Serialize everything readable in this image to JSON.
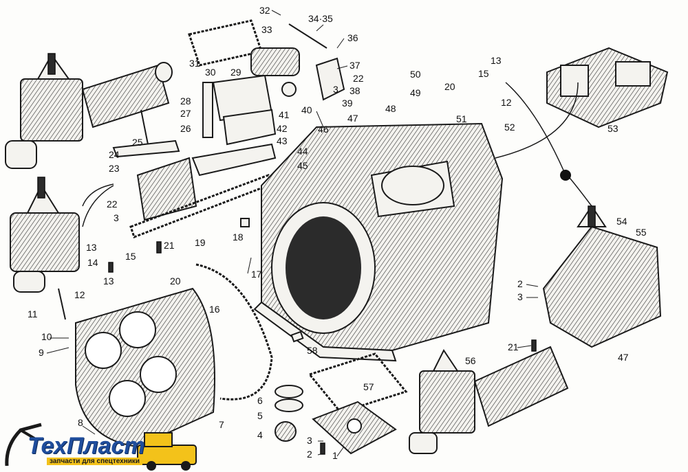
{
  "diagram": {
    "callouts": {
      "n1": "1",
      "n2": "2",
      "n3": "3",
      "n4": "4",
      "n5": "5",
      "n6": "6",
      "n7": "7",
      "n8": "8",
      "n9": "9",
      "n10": "10",
      "n11": "11",
      "n12": "12",
      "n13": "13",
      "n14": "14",
      "n15": "15",
      "n16": "16",
      "n17": "17",
      "n18": "18",
      "n19": "19",
      "n20": "20",
      "n21": "21",
      "n22": "22",
      "n23": "23",
      "n24": "24",
      "n25": "25",
      "n26": "26",
      "n27": "27",
      "n28": "28",
      "n29": "29",
      "n30": "30",
      "n31": "31",
      "n32": "32",
      "n33": "33",
      "n3435": "34·35",
      "n36": "36",
      "n37": "37",
      "n38": "38",
      "n39": "39",
      "n40": "40",
      "n41": "41",
      "n42": "42",
      "n43": "43",
      "n44": "44",
      "n45": "45",
      "n46": "46",
      "n47": "47",
      "n48": "48",
      "n49": "49",
      "n50": "50",
      "n51": "51",
      "n52": "52",
      "n53": "53",
      "n54": "54",
      "n55": "55",
      "n56": "56",
      "n57": "57",
      "n58": "58"
    }
  },
  "logo": {
    "name": "ТехПласт",
    "tagline": "запчасти для спецтехники",
    "colors": {
      "name": "#1f4d9c",
      "accent": "#f3c21a"
    }
  }
}
